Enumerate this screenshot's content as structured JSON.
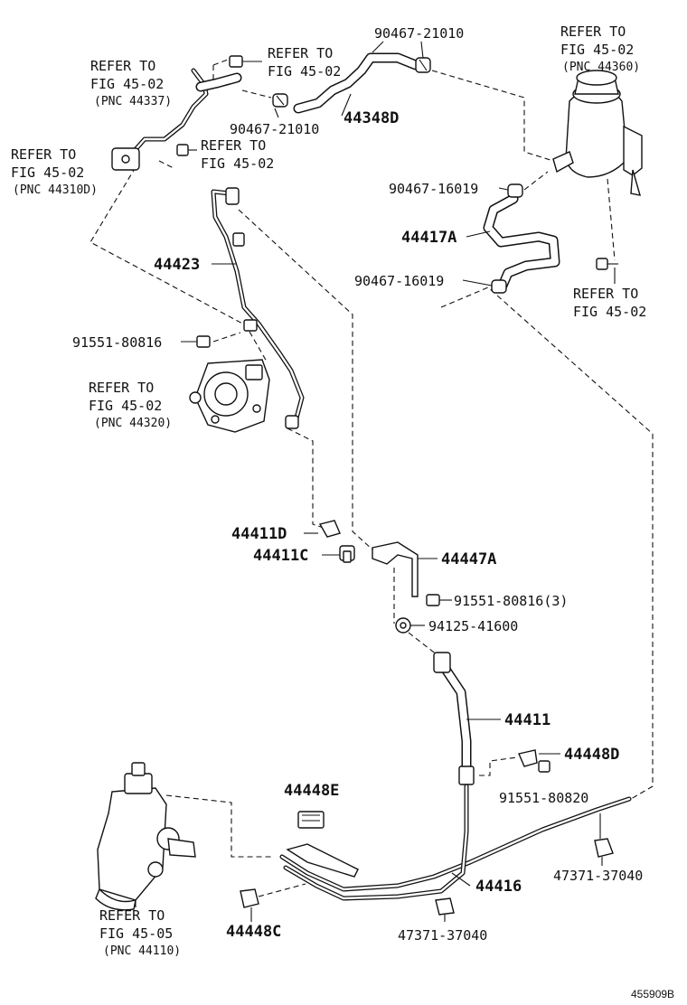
{
  "labels": {
    "ref_44337_l1": "REFER TO",
    "ref_44337_l2": "FIG 45-02",
    "ref_44337_l3": "(PNC 44337)",
    "ref_top_l1": "REFER TO",
    "ref_top_l2": "FIG 45-02",
    "p90467_21010_a": "90467-21010",
    "ref_44360_l1": "REFER TO",
    "ref_44360_l2": "FIG 45-02",
    "ref_44360_l3": "(PNC 44360)",
    "p44348D": "44348D",
    "p90467_21010_b": "90467-21010",
    "ref_mid_l1": "REFER TO",
    "ref_mid_l2": "FIG 45-02",
    "ref_44310D_l1": "REFER TO",
    "ref_44310D_l2": "FIG 45-02",
    "ref_44310D_l3": "(PNC 44310D)",
    "p90467_16019_a": "90467-16019",
    "p44417A": "44417A",
    "p44423": "44423",
    "p90467_16019_b": "90467-16019",
    "ref_right_l1": "REFER TO",
    "ref_right_l2": "FIG 45-02",
    "p91551_80816": "91551-80816",
    "ref_44320_l1": "REFER TO",
    "ref_44320_l2": "FIG 45-02",
    "ref_44320_l3": "(PNC 44320)",
    "p44411D": "44411D",
    "p44411C": "44411C",
    "p44447A": "44447A",
    "p91551_80816_3": "91551-80816(3)",
    "p94125_41600": "94125-41600",
    "p44411": "44411",
    "p44448D": "44448D",
    "p91551_80820": "91551-80820",
    "p44448E": "44448E",
    "p44416": "44416",
    "p47371_37040_a": "47371-37040",
    "p47371_37040_b": "47371-37040",
    "p44448C": "44448C",
    "ref_44110_l1": "REFER TO",
    "ref_44110_l2": "FIG 45-05",
    "ref_44110_l3": "(PNC 44110)",
    "diagram_id": "455909B"
  }
}
